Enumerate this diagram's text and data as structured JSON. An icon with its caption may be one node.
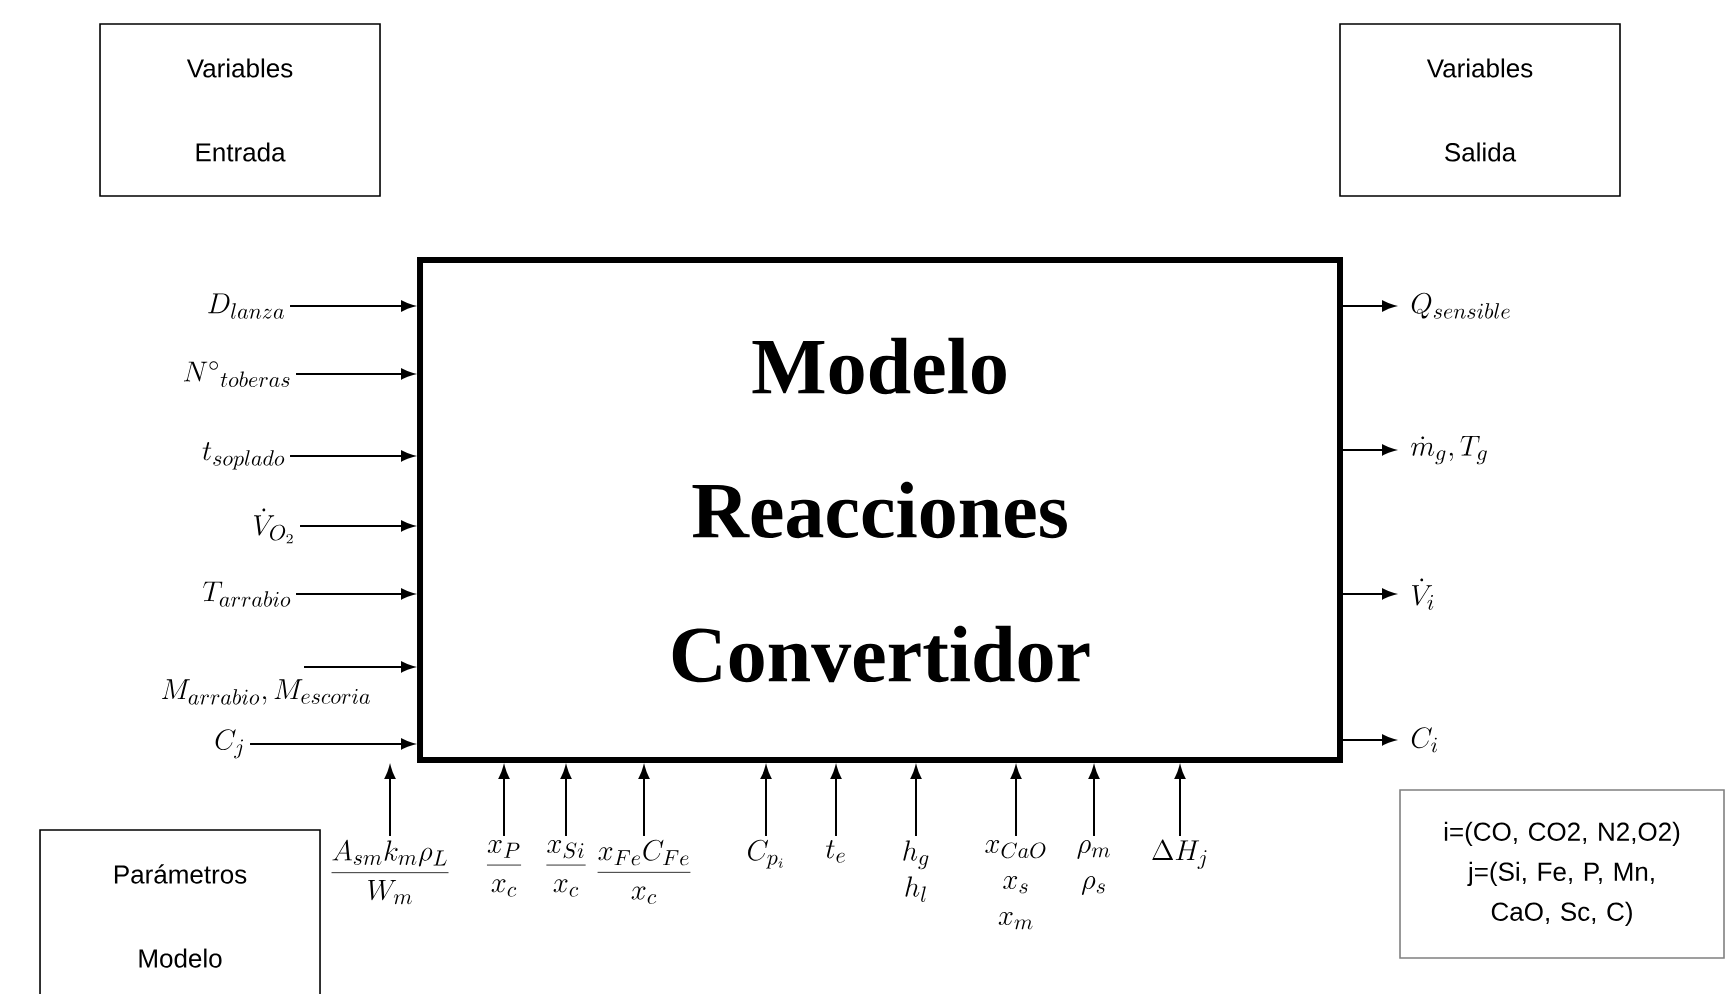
{
  "diagram": {
    "nodes": [
      {
        "text": [
          "Variables Entrada"
        ]
      },
      {
        "text": [
          "Variables Salida"
        ]
      },
      {
        "text": [
          "Modelo Reacciones Convertidor"
        ]
      },
      {
        "text": [
          "Parámetros Modelo"
        ]
      },
      {
        "text": [
          "i=(CO, CO2, N2,O2)",
          "j=(Si, Fe, P, Mn, CaO, Sc, C)"
        ]
      },
      {
        "text": [
          "D_{lanza}"
        ]
      },
      {
        "text": [
          "N^{\\circ}{}_{toberas}"
        ]
      },
      {
        "text": [
          "t_{soplado}"
        ]
      },
      {
        "text": [
          "\\dot{V}_{O_2}"
        ]
      },
      {
        "text": [
          "T_{arrabio}"
        ]
      },
      {
        "text": [
          "M_{arrabio}, M_{escoria}"
        ]
      },
      {
        "text": [
          "C_j"
        ]
      },
      {
        "text": [
          "\\frac{A_{sm}k_m\\rho_L}{W_m}"
        ]
      },
      {
        "text": [
          "\\frac{x_P}{x_c}"
        ]
      },
      {
        "text": [
          "\\frac{x_{Si}}{x_c}"
        ]
      },
      {
        "text": [
          "\\frac{x_{Fe}C_{Fe}}{x_c}"
        ]
      },
      {
        "text": [
          "C_{p_i}"
        ]
      },
      {
        "text": [
          "t_e"
        ]
      },
      {
        "text": [
          "h_g",
          "h_l"
        ]
      },
      {
        "text": [
          "x_{CaO}",
          "x_s",
          "x_m"
        ]
      },
      {
        "text": [
          "\\rho_m",
          "\\rho_s"
        ]
      },
      {
        "text": [
          "\\Delta H_j"
        ]
      },
      {
        "text": [
          "Q_{sensible}"
        ]
      },
      {
        "text": [
          "\\dot{m}_g, T_g"
        ]
      },
      {
        "text": [
          "\\dot{V}_i"
        ]
      },
      {
        "text": [
          "C_i"
        ]
      }
    ],
    "edges": [
      {
        "from": 5,
        "to": 2,
        "arrow": "to"
      },
      {
        "from": 6,
        "to": 2,
        "arrow": "to"
      },
      {
        "from": 7,
        "to": 2,
        "arrow": "to"
      },
      {
        "from": 8,
        "to": 2,
        "arrow": "to"
      },
      {
        "from": 9,
        "to": 2,
        "arrow": "to"
      },
      {
        "from": 10,
        "to": 2,
        "arrow": "to"
      },
      {
        "from": 11,
        "to": 2,
        "arrow": "to"
      },
      {
        "from": 12,
        "to": 2,
        "arrow": "to"
      },
      {
        "from": 13,
        "to": 2,
        "arrow": "to"
      },
      {
        "from": 14,
        "to": 2,
        "arrow": "to"
      },
      {
        "from": 15,
        "to": 2,
        "arrow": "to"
      },
      {
        "from": 16,
        "to": 2,
        "arrow": "to"
      },
      {
        "from": 17,
        "to": 2,
        "arrow": "to"
      },
      {
        "from": 18,
        "to": 2,
        "arrow": "to"
      },
      {
        "from": 19,
        "to": 2,
        "arrow": "to"
      },
      {
        "from": 20,
        "to": 2,
        "arrow": "to"
      },
      {
        "from": 21,
        "to": 2,
        "arrow": "to"
      },
      {
        "from": 2,
        "to": 22,
        "arrow": "to"
      },
      {
        "from": 2,
        "to": 23,
        "arrow": "to"
      },
      {
        "from": 2,
        "to": 24,
        "arrow": "to"
      },
      {
        "from": 2,
        "to": 25,
        "arrow": "to"
      }
    ]
  }
}
